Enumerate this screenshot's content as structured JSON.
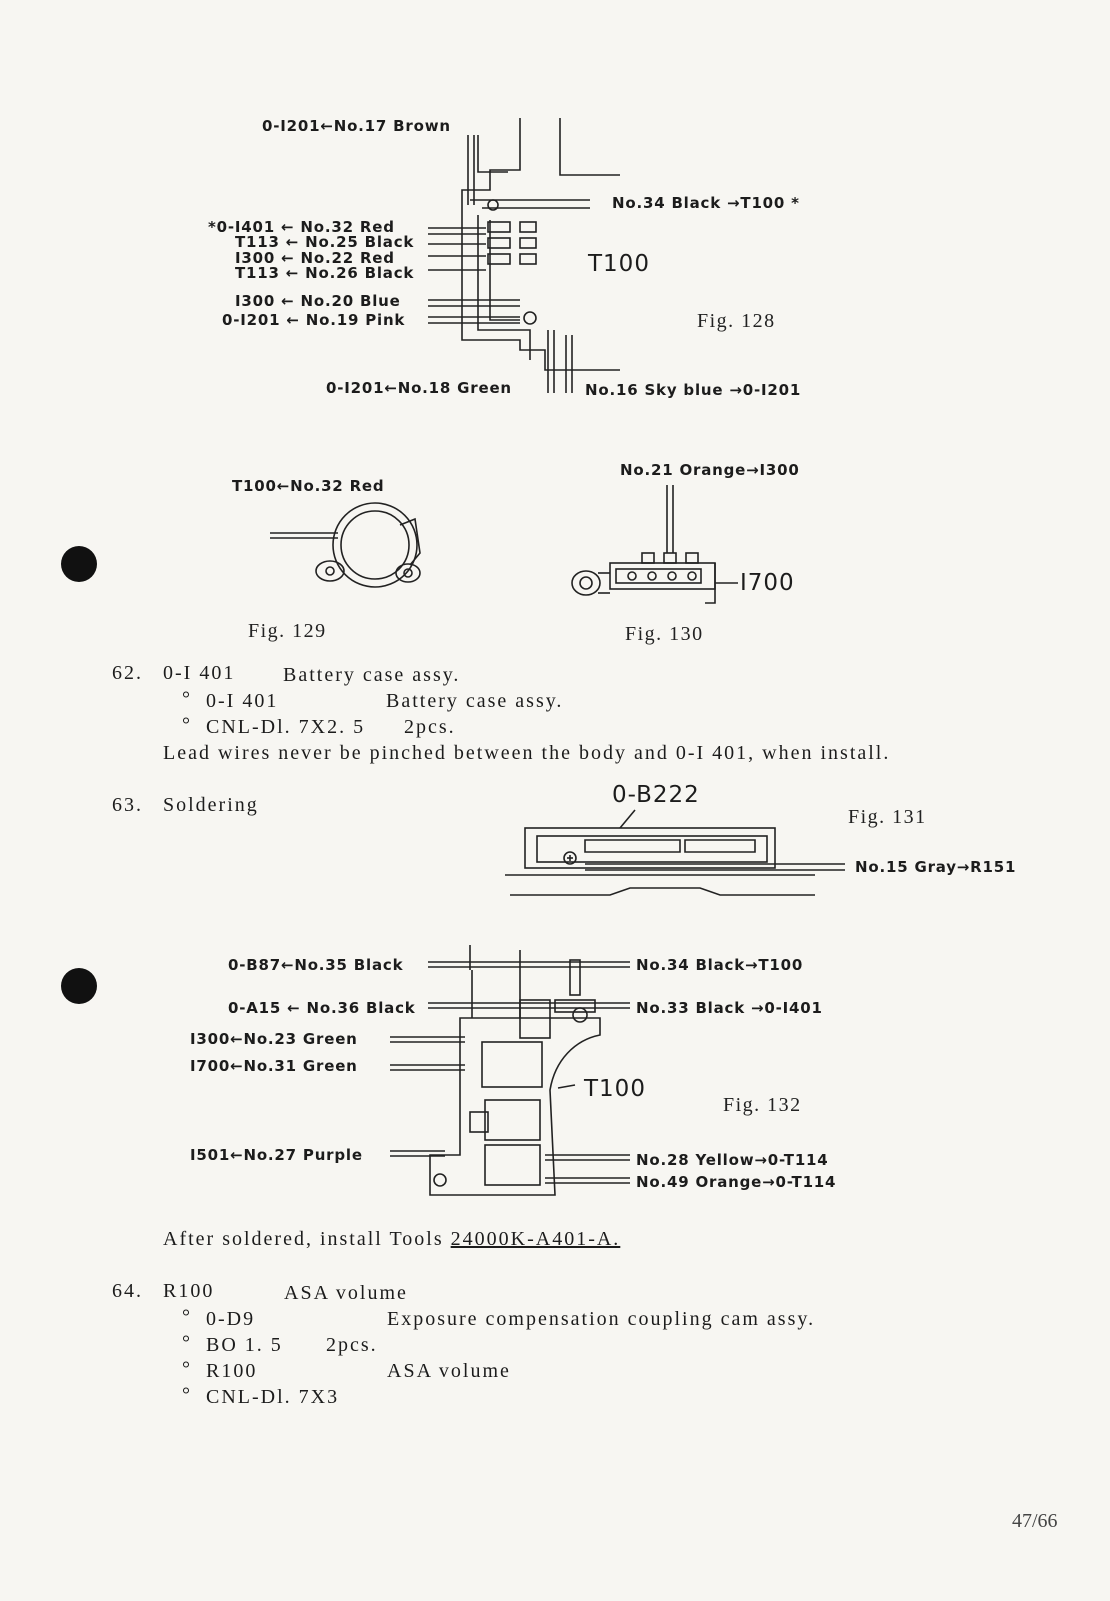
{
  "fig128": {
    "top_left": "0-I201←No.17 Brown",
    "left_labels": [
      "*0-I401 ← No.32 Red",
      "T113 ← No.25 Black",
      "I300 ← No.22 Red",
      "T113 ← No.26 Black"
    ],
    "left_labels2": [
      "I300 ← No.20 Blue",
      "0-I201 ← No.19 Pink"
    ],
    "right_top": "No.34 Black →T100 *",
    "center": "T100",
    "bottom_left": "0-I201←No.18 Green",
    "bottom_right": "No.16 Sky blue →0-I201",
    "caption": "Fig. 128"
  },
  "fig129": {
    "label": "T100←No.32 Red",
    "caption": "Fig. 129"
  },
  "fig130": {
    "label": "No.21 Orange→I300",
    "part": "I700",
    "caption": "Fig. 130"
  },
  "step62": {
    "number": "62.",
    "code": "0-I 401",
    "title": "Battery case assy.",
    "items": [
      {
        "code": "0-I 401",
        "desc": "Battery case assy."
      },
      {
        "code": "CNL-Dl. 7X2. 5",
        "desc": "2pcs."
      }
    ],
    "note": "Lead wires never be pinched between the body and 0-I 401, when install."
  },
  "step63": {
    "number": "63.",
    "title": "Soldering"
  },
  "fig131": {
    "part": "0-B222",
    "caption": "Fig. 131",
    "wire": "No.15 Gray→R151"
  },
  "fig132": {
    "left_labels": [
      "0-B87←No.35 Black",
      "0-A15 ← No.36 Black",
      "I300←No.23 Green",
      "I700←No.31 Green",
      "I501←No.27 Purple"
    ],
    "right_labels": [
      "No.34 Black→T100",
      "No.33 Black →0-I401",
      "No.28 Yellow→0-T114",
      "No.49 Orange→0-T114"
    ],
    "center": "T100",
    "caption": "Fig. 132"
  },
  "after_note": {
    "prefix": "After soldered, install Tools ",
    "tool": "24000K-A401-A."
  },
  "step64": {
    "number": "64.",
    "code": "R100",
    "title": "ASA volume",
    "items": [
      {
        "code": "0-D9",
        "desc": "Exposure compensation coupling cam assy."
      },
      {
        "code": "BO 1. 5",
        "desc": "2pcs."
      },
      {
        "code": "R100",
        "desc": "ASA volume"
      },
      {
        "code": "CNL-Dl. 7X3",
        "desc": ""
      }
    ]
  },
  "page_number": "47/66"
}
